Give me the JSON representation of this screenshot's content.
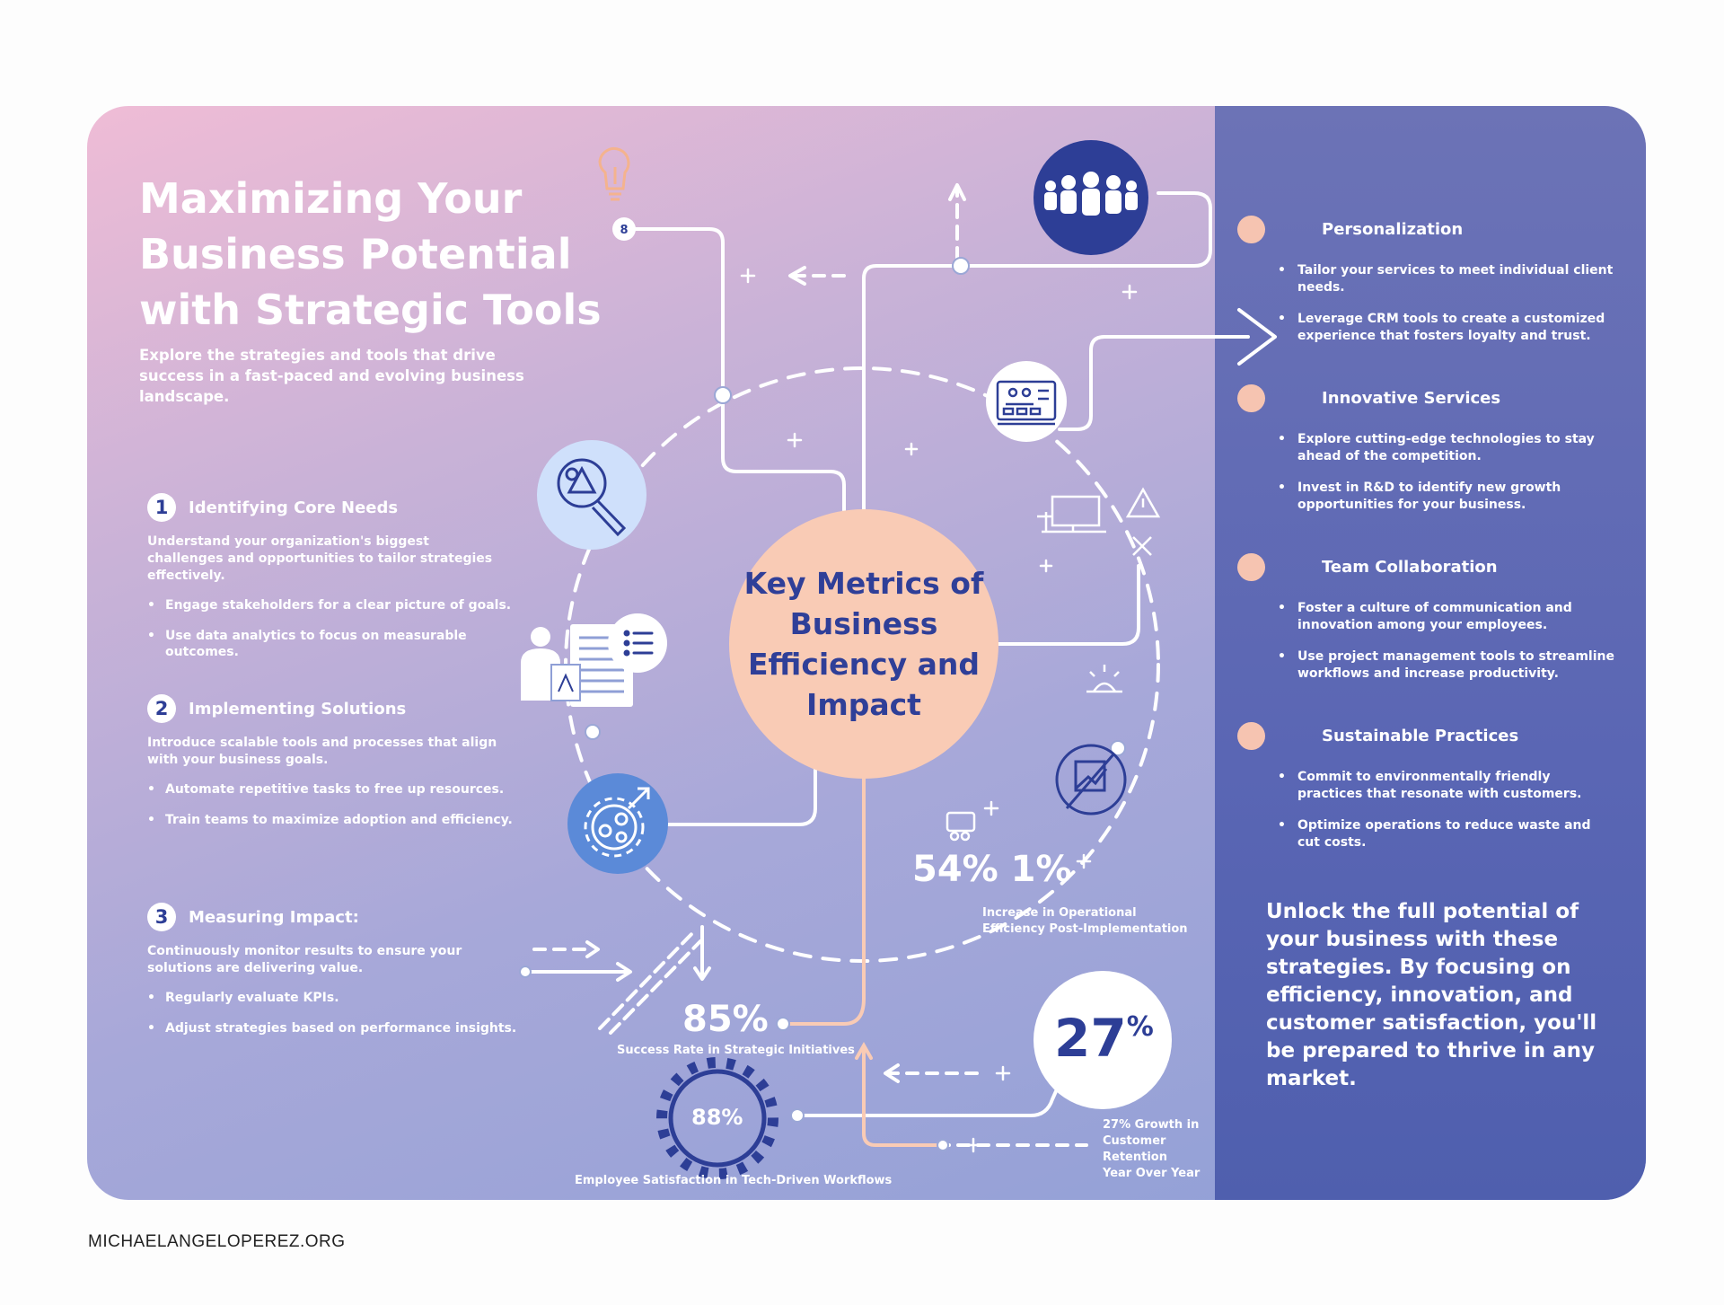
{
  "hero": {
    "title_lines": [
      "Maximizing Your",
      "Business Potential",
      "with Strategic Tools"
    ],
    "subtitle": "Explore the strategies and tools that drive success in a fast-paced and evolving business landscape."
  },
  "steps": [
    {
      "number": "1",
      "title": "Identifying Core Needs",
      "description": "Understand your organization's biggest challenges and opportunities to tailor strategies effectively.",
      "bullets": [
        "Engage stakeholders for a clear picture of goals.",
        "Use data analytics to focus on measurable outcomes."
      ]
    },
    {
      "number": "2",
      "title": "Implementing Solutions",
      "description": "Introduce scalable tools and processes that align with your business goals.",
      "bullets": [
        "Automate repetitive tasks to free up resources.",
        "Train teams to maximize adoption and efficiency."
      ]
    },
    {
      "number": "3",
      "title": "Measuring Impact:",
      "description": "Continuously monitor results to ensure your solutions are delivering value.",
      "bullets": [
        "Regularly evaluate KPIs.",
        "Adjust strategies based on performance insights."
      ]
    }
  ],
  "hub": {
    "title": "Key Metrics of Business Efficiency and Impact"
  },
  "node_badge": "8",
  "stats": {
    "operational": {
      "value": "54% 1%",
      "label": "Increase in Operational Efficiency Post-Implementation"
    },
    "success": {
      "value": "85%",
      "label": "Success Rate in Strategic Initiatives"
    },
    "satisfaction": {
      "value": "88%",
      "label": "Employee Satisfaction in Tech-Driven Workflows"
    },
    "retention": {
      "value": "27",
      "unit": "%",
      "label_lines": [
        "27% Growth in",
        "Customer",
        "Retention",
        "Year Over Year"
      ]
    }
  },
  "sections": [
    {
      "title": "Personalization",
      "bullets": [
        "Tailor your services to meet individual client needs.",
        "Leverage CRM tools to create a customized experience that fosters loyalty and trust."
      ]
    },
    {
      "title": "Innovative Services",
      "bullets": [
        "Explore cutting-edge technologies to stay ahead of the competition.",
        "Invest in R&D to identify new growth opportunities for your business."
      ]
    },
    {
      "title": "Team Collaboration",
      "bullets": [
        "Foster a culture of communication and innovation among your employees.",
        "Use project management tools to streamline workflows and increase productivity."
      ]
    },
    {
      "title": "Sustainable Practices",
      "bullets": [
        "Commit to environmentally friendly practices that resonate with customers.",
        "Optimize operations to reduce waste and cut costs."
      ]
    }
  ],
  "closing": "Unlock the full potential of your business with these strategies. By focusing on efficiency, innovation, and customer satisfaction, you'll be prepared to thrive in any market.",
  "footer": "MICHAELANGELOPEREZ.ORG",
  "colors": {
    "navy": "#2d3e96",
    "peach": "#f9cbb5",
    "accent_blue": "#5b8ad8",
    "light_blue": "#cfe0fb",
    "panel": "#5a66b4"
  },
  "icons": [
    "lightbulb-icon",
    "team-group-icon",
    "presentation-icon",
    "analysis-magnifier-icon",
    "report-person-icon",
    "checklist-icon",
    "gear-strategy-icon",
    "growth-chart-icon",
    "desk-computer-icon",
    "warning-icon",
    "sunrise-icon",
    "chat-bubble-icon",
    "gear-ring-icon"
  ]
}
